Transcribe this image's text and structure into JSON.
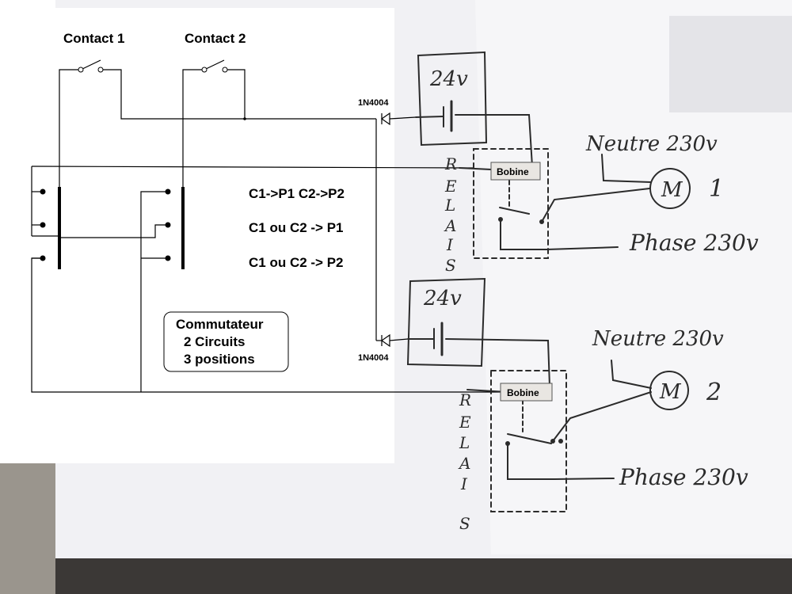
{
  "contacts": {
    "c1": "Contact 1",
    "c2": "Contact 2"
  },
  "diode_label": "1N4004",
  "positions": {
    "p1": "C1->P1 C2->P2",
    "p2": "C1 ou C2 -> P1",
    "p3": "C1 ou C2 -> P2"
  },
  "commutateur": {
    "line1": "Commutateur",
    "line2": "2 Circuits",
    "line3": "3 positions"
  },
  "relay1": {
    "voltage": "24v",
    "coil": "Bobine",
    "relais": [
      "R",
      "E",
      "L",
      "A",
      "I",
      "S"
    ],
    "neutre": "Neutre 230v",
    "phase": "Phase 230v",
    "motor": "M",
    "motor_num": "1"
  },
  "relay2": {
    "voltage": "24v",
    "coil": "Bobine",
    "relais": [
      "R",
      "E",
      "L",
      "A",
      "I",
      "S"
    ],
    "neutre": "Neutre 230v",
    "phase": "Phase 230v",
    "motor": "M",
    "motor_num": "2"
  },
  "colors": {
    "paper": "#f7f7f9",
    "print_bg": "#ffffff",
    "ink": "#2b2b2b",
    "dark_strip": "#3a3a3a"
  }
}
